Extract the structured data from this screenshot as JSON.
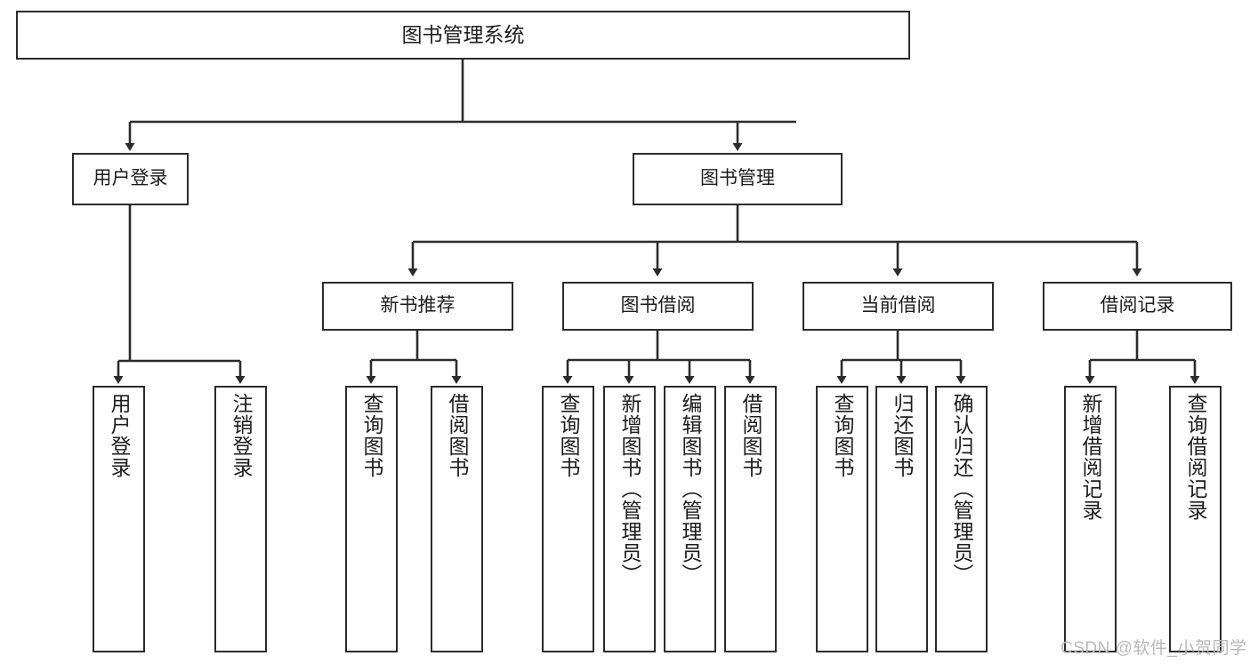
{
  "diagram": {
    "title": "图书管理系统",
    "type": "functional-structure-tree",
    "stroke_color": "#2b2b2b",
    "background_color": "#ffffff",
    "watermark": "CSDN @软件_小贺同学",
    "watermark_color": "#b9b9b9",
    "nodes": {
      "root": {
        "label": "图书管理系统"
      },
      "level1": [
        {
          "id": "user-login",
          "label": "用户登录"
        },
        {
          "id": "book-manage",
          "label": "图书管理"
        }
      ],
      "level2": [
        {
          "id": "new-book-recommend",
          "label": "新书推荐"
        },
        {
          "id": "book-borrow",
          "label": "图书借阅"
        },
        {
          "id": "current-borrow",
          "label": "当前借阅"
        },
        {
          "id": "borrow-record",
          "label": "借阅记录"
        }
      ],
      "leaves": {
        "user-login": [
          {
            "id": "leaf-user-login",
            "label": "用户登录"
          },
          {
            "id": "leaf-logout-login",
            "label": "注销登录"
          }
        ],
        "new-book-recommend": [
          {
            "id": "leaf-query-book-1",
            "label": "查询图书"
          },
          {
            "id": "leaf-borrow-book-1",
            "label": "借阅图书"
          }
        ],
        "book-borrow": [
          {
            "id": "leaf-query-book-2",
            "label": "查询图书"
          },
          {
            "id": "leaf-add-book",
            "label": "新增图书（管理员）"
          },
          {
            "id": "leaf-edit-book",
            "label": "编辑图书（管理员）"
          },
          {
            "id": "leaf-borrow-book-2",
            "label": "借阅图书"
          }
        ],
        "current-borrow": [
          {
            "id": "leaf-query-book-3",
            "label": "查询图书"
          },
          {
            "id": "leaf-return-book",
            "label": "归还图书"
          },
          {
            "id": "leaf-confirm-return",
            "label": "确认归还（管理员）"
          }
        ],
        "borrow-record": [
          {
            "id": "leaf-add-record",
            "label": "新增借阅记录"
          },
          {
            "id": "leaf-query-record",
            "label": "查询借阅记录"
          }
        ]
      }
    }
  }
}
